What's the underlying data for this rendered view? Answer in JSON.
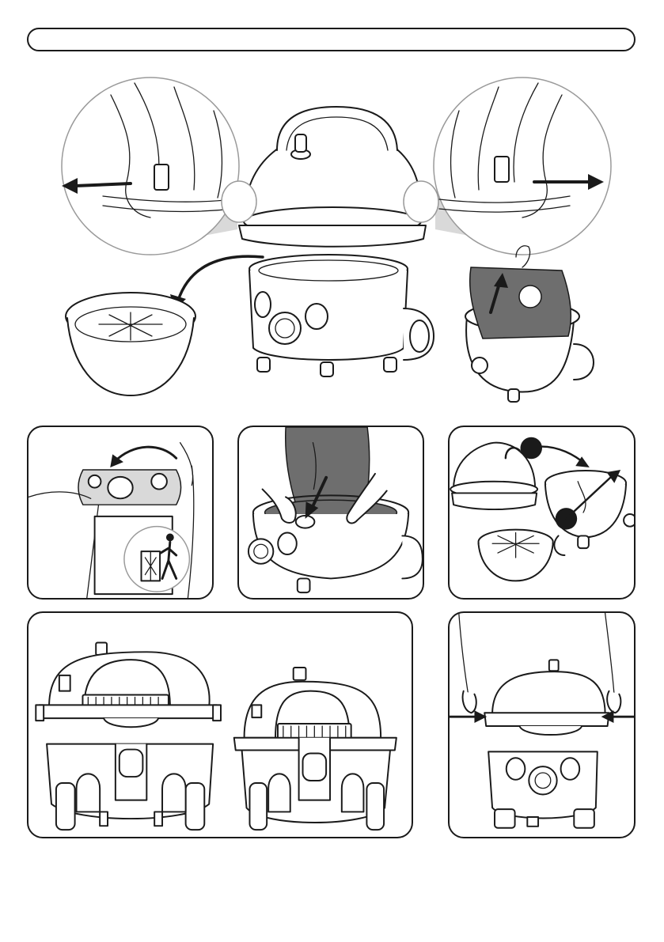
{
  "header": {
    "title": ""
  },
  "figures": [
    {
      "id": "fig-top",
      "step": "remove-head-and-bag"
    },
    {
      "id": "fig-seal",
      "step": "seal-and-dispose-bag"
    },
    {
      "id": "fig-new-bag",
      "step": "insert-new-bag"
    },
    {
      "id": "fig-filter",
      "step": "check-filter"
    },
    {
      "id": "fig-align",
      "step": "align-head"
    },
    {
      "id": "fig-clip",
      "step": "refit-head"
    }
  ],
  "icons": {
    "left_arrow": "arrow-left-icon",
    "right_arrow": "arrow-right-icon",
    "bin": "wastebin-icon"
  },
  "colors": {
    "outline": "#1a1a1a",
    "bag": "#6e6e6e",
    "panel_border": "#1a1a1a"
  }
}
